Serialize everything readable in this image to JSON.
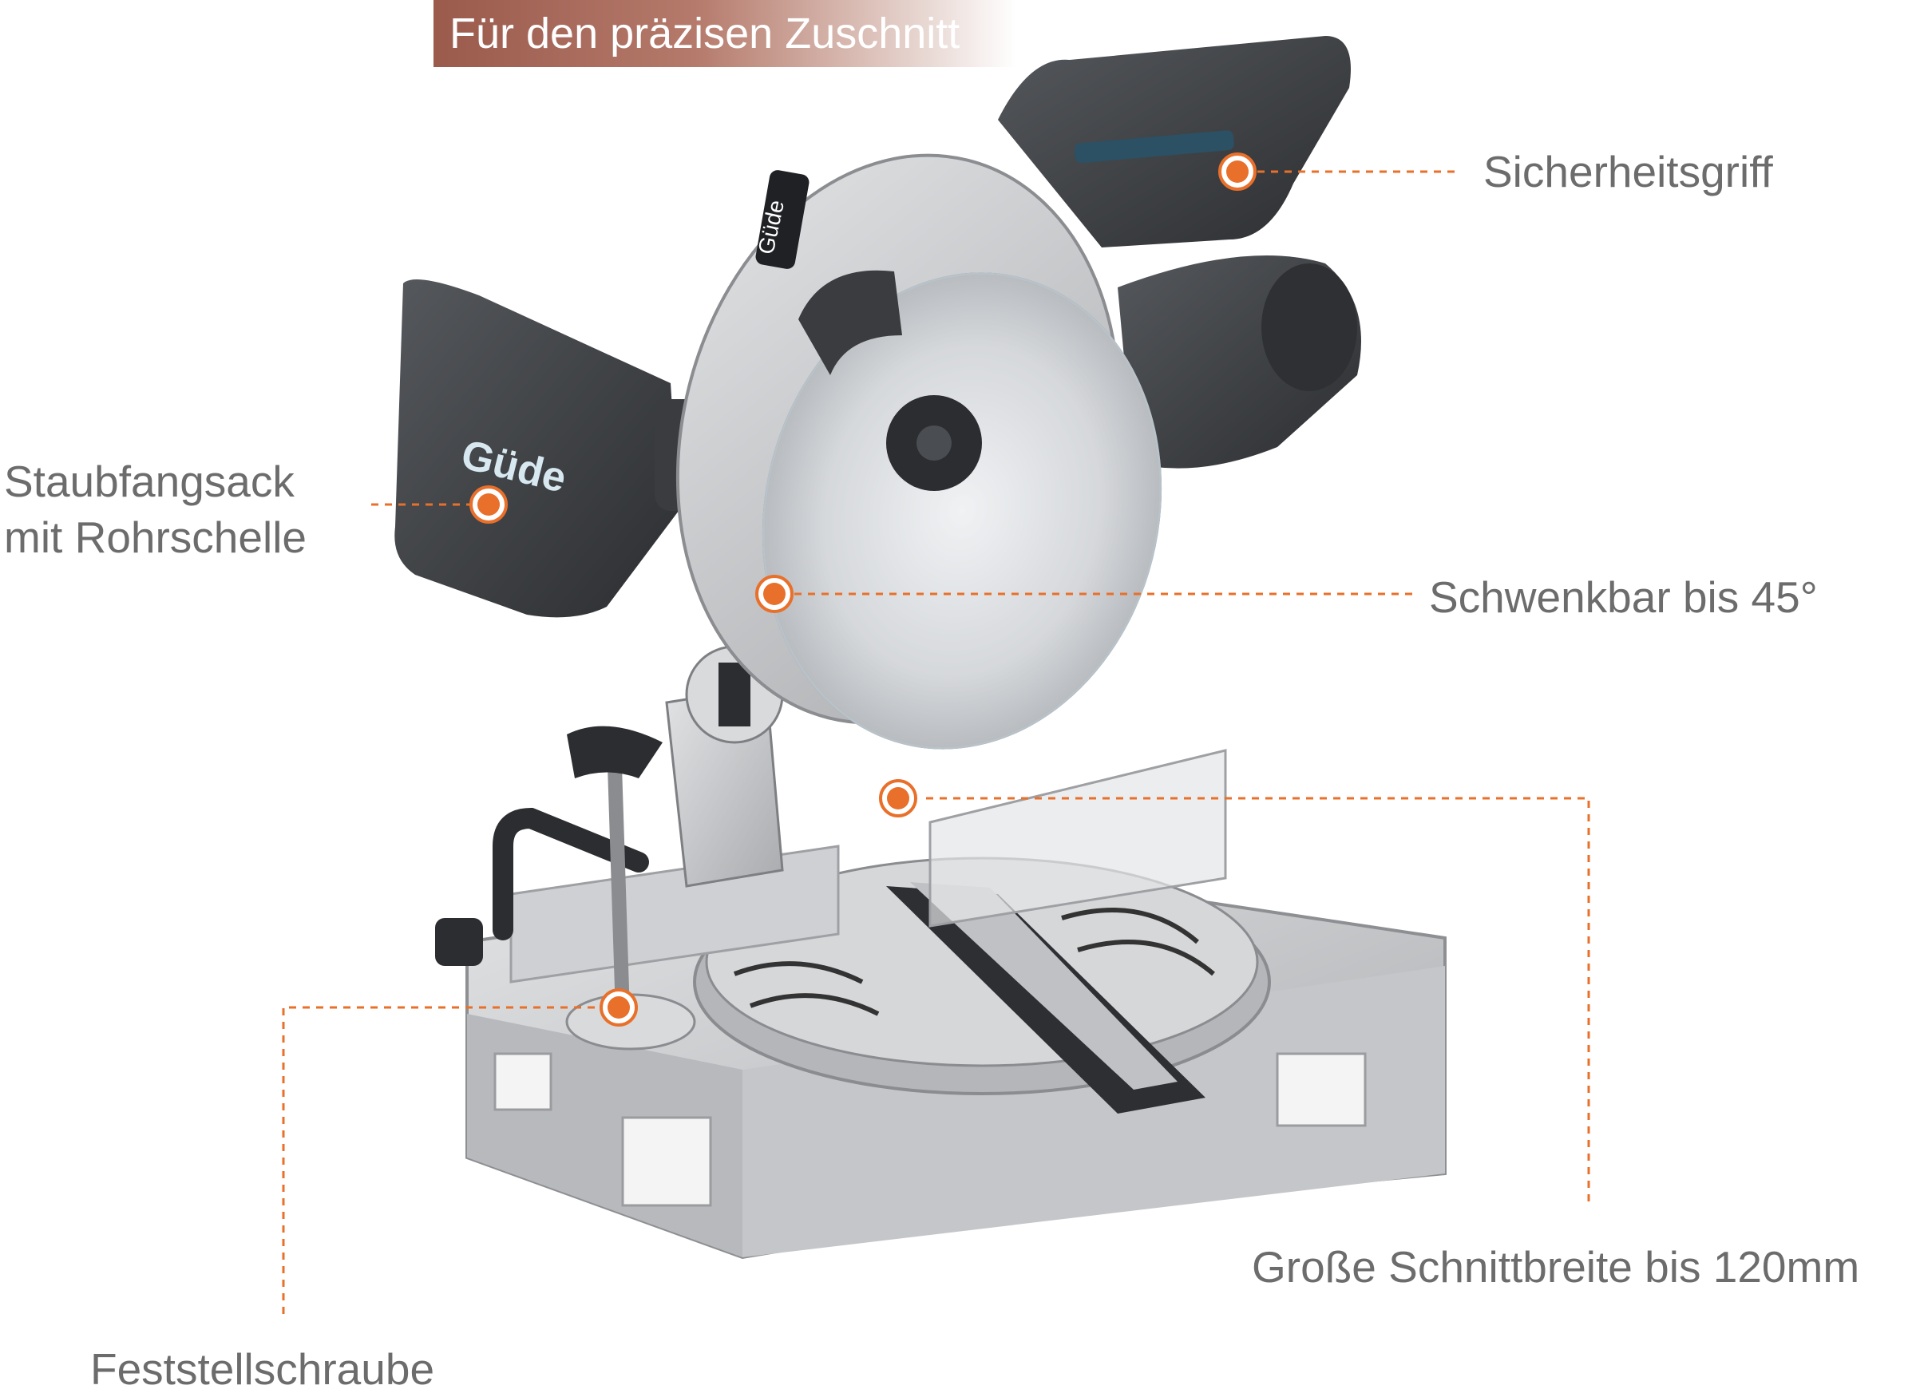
{
  "banner": {
    "title": "Für den präzisen Zuschnitt",
    "colors": [
      "#9a5a4c",
      "#ffffff"
    ]
  },
  "brand": {
    "logo_text": "Güde"
  },
  "callouts": [
    {
      "id": "sicherheitsgriff",
      "text": "Sicherheitsgriff"
    },
    {
      "id": "staubfangsack",
      "lines": [
        "Staubfangsack",
        "mit Rohrschelle"
      ]
    },
    {
      "id": "schwenkbar",
      "text": "Schwenkbar bis 45°"
    },
    {
      "id": "schnittbreite",
      "text": "Große Schnittbreite bis 120mm"
    },
    {
      "id": "feststellschraube",
      "text": "Feststellschraube"
    }
  ],
  "colors": {
    "marker": "#e8702a",
    "label_text": "#6c6c6c",
    "machine_grey": "#c9cacc",
    "machine_dark": "#3c3f43"
  }
}
